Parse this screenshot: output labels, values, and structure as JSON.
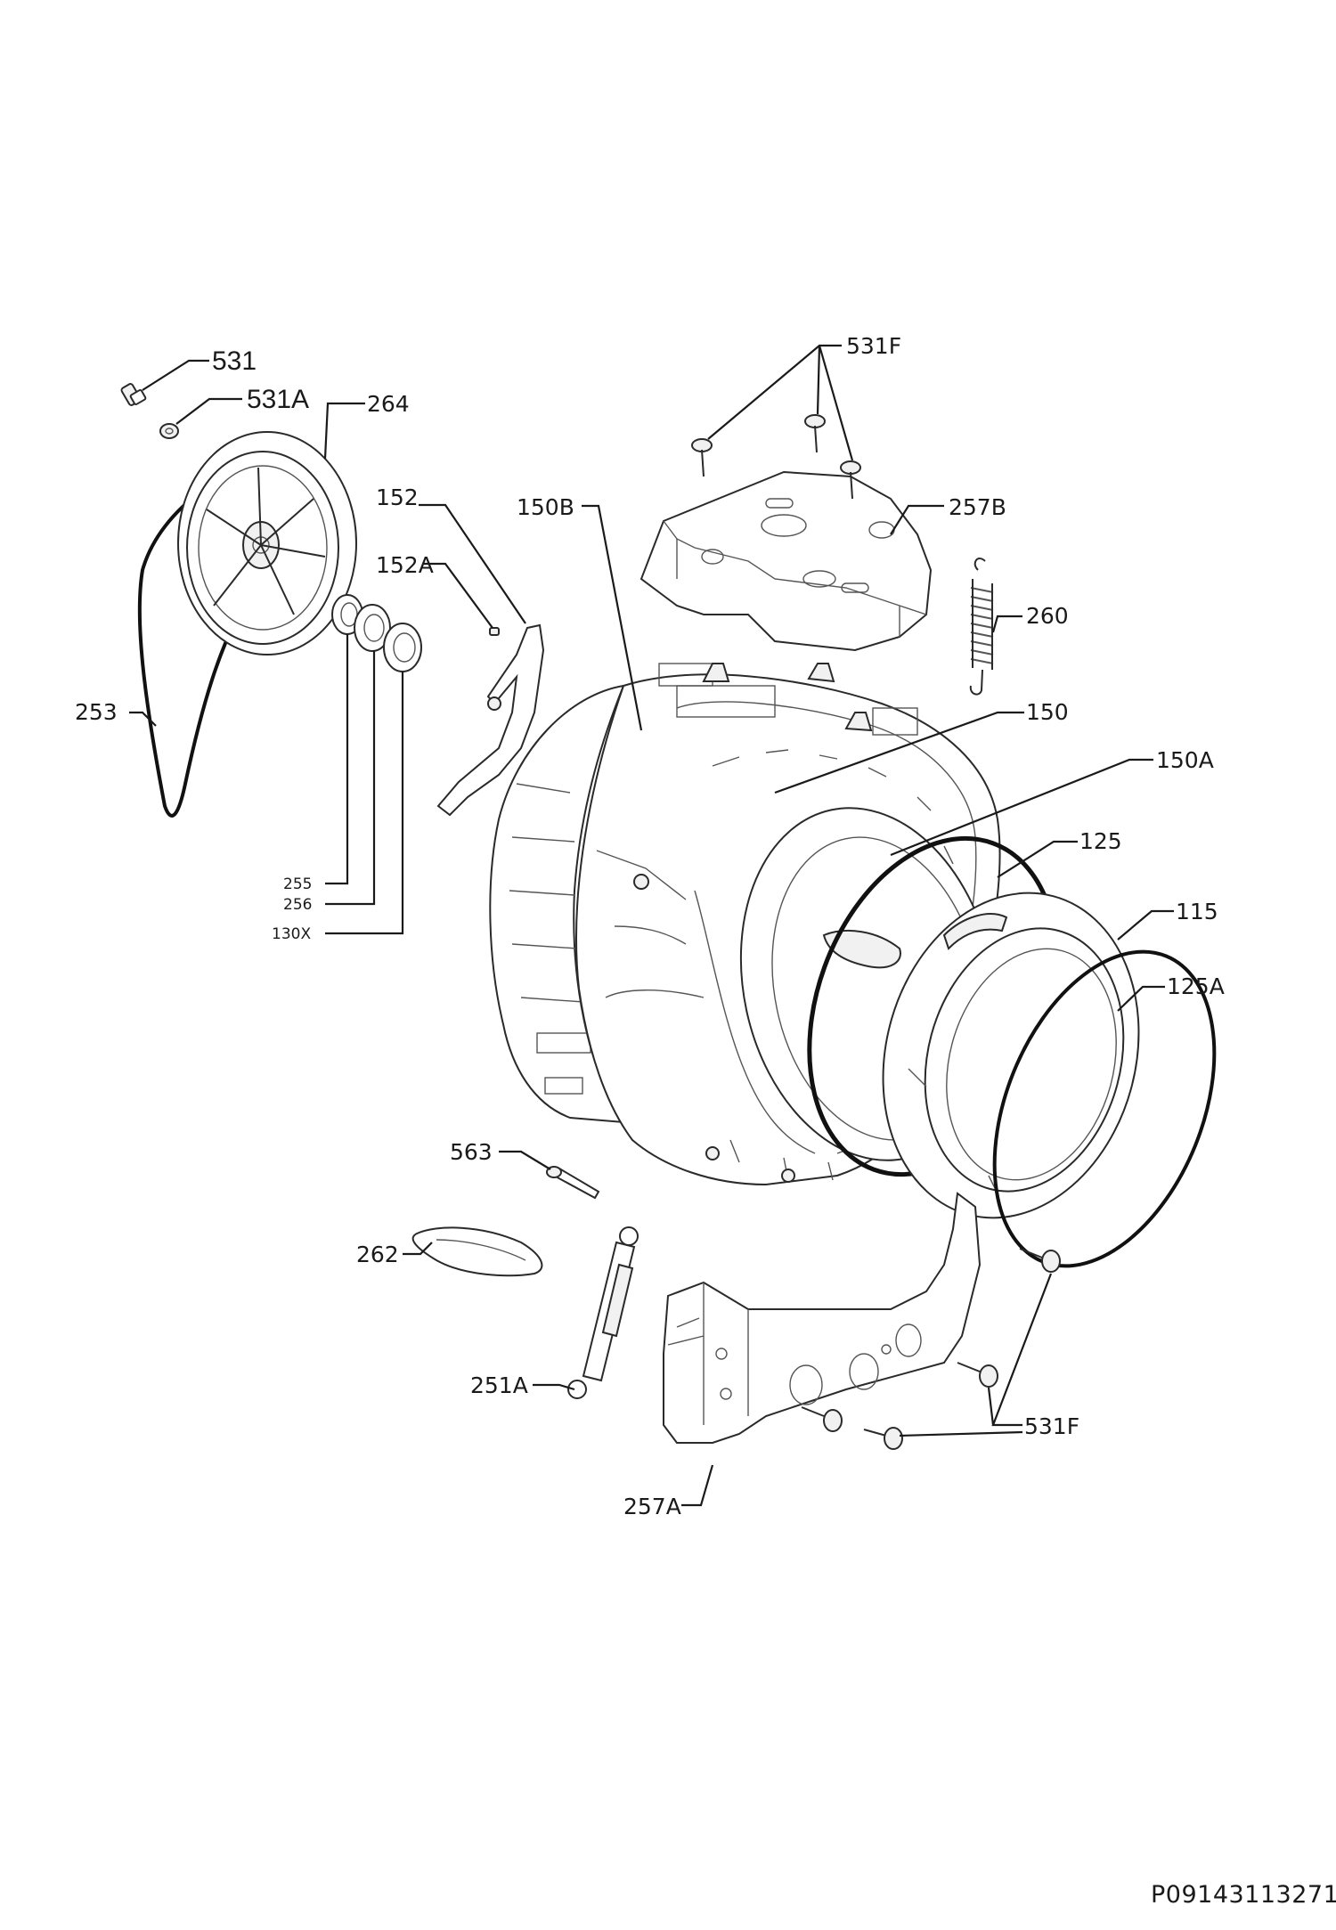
{
  "diagram": {
    "type": "exploded-parts-view",
    "document_code": "P09143113271",
    "labels": {
      "l531": "531",
      "l531a": "531A",
      "l264": "264",
      "l531f_top": "531F",
      "l152": "152",
      "l152a": "152A",
      "l150b": "150B",
      "l257b": "257B",
      "l260": "260",
      "l253": "253",
      "l150": "150",
      "l150a": "150A",
      "l125": "125",
      "l115": "115",
      "l125a": "125A",
      "l255": "255",
      "l256": "256",
      "l130x": "130X",
      "l563": "563",
      "l262": "262",
      "l251a": "251A",
      "l531f_bottom": "531F",
      "l257a": "257A"
    }
  }
}
